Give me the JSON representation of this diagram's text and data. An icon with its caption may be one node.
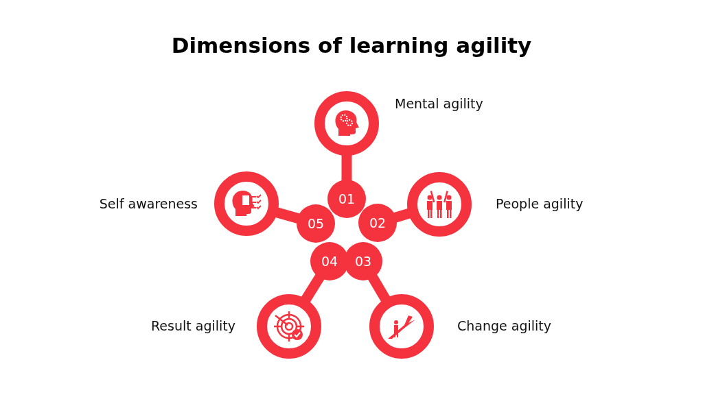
{
  "diagram": {
    "title": "Dimensions of learning agility",
    "nodes": [
      {
        "text": [
          "01"
        ]
      },
      {
        "text": [],
        "shape": "circle",
        "beside": [
          "Mental agility"
        ]
      },
      {
        "text": [
          "02"
        ]
      },
      {
        "text": [],
        "shape": "circle",
        "beside": [
          "People agility"
        ]
      },
      {
        "text": [
          "03"
        ]
      },
      {
        "text": [],
        "shape": "circle",
        "beside": [
          "Change agility"
        ]
      },
      {
        "text": [
          "04"
        ]
      },
      {
        "text": [],
        "shape": "circle",
        "beside": [
          "Result agility"
        ]
      },
      {
        "text": [
          "05"
        ]
      },
      {
        "text": [],
        "shape": "circle",
        "beside": [
          "Self awareness"
        ]
      }
    ],
    "edges": [
      {
        "from": 0,
        "to": 1,
        "arrow": "none"
      },
      {
        "from": 2,
        "to": 3,
        "arrow": "none"
      },
      {
        "from": 4,
        "to": 5,
        "arrow": "none"
      },
      {
        "from": 6,
        "to": 7,
        "arrow": "none"
      },
      {
        "from": 8,
        "to": 9,
        "arrow": "none"
      }
    ]
  }
}
